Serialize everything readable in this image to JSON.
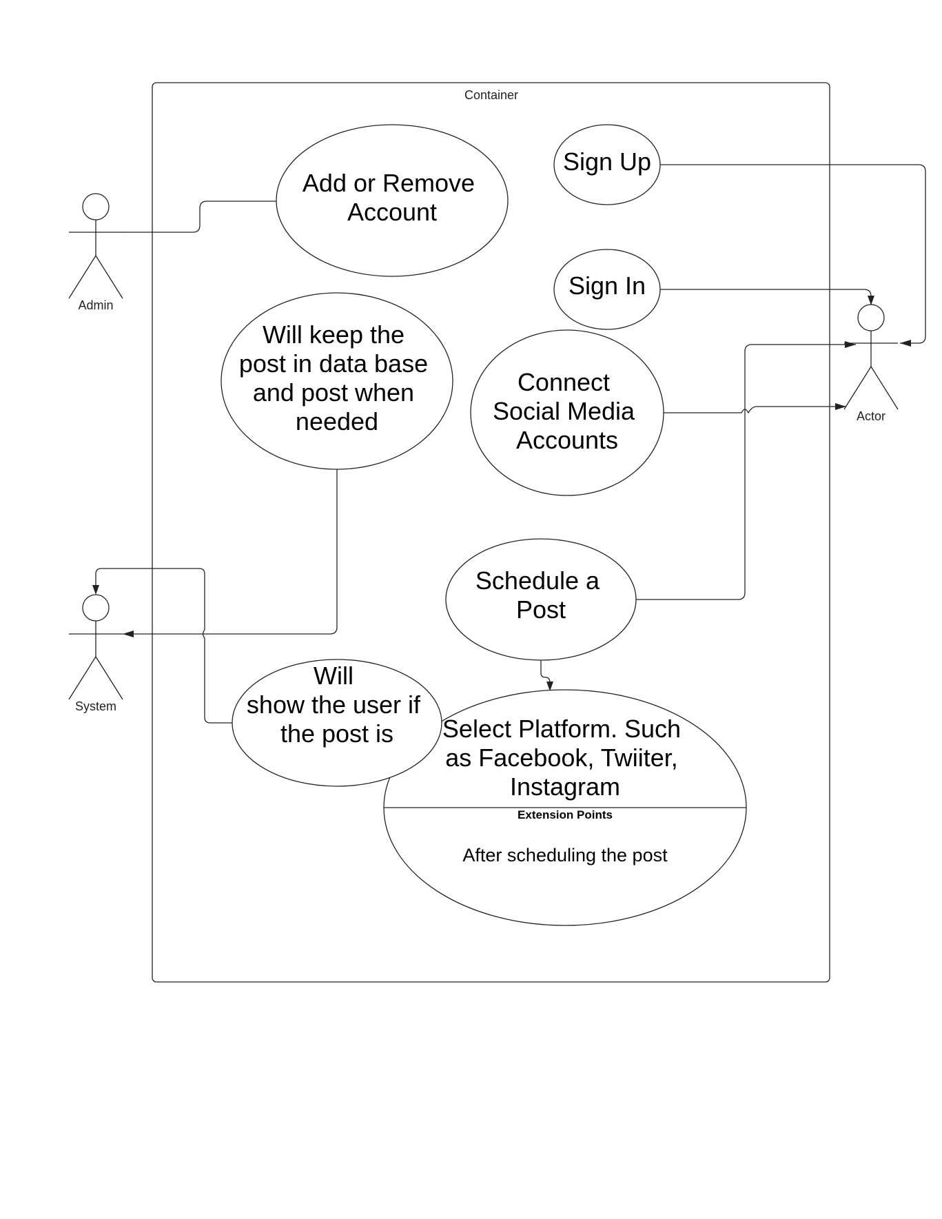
{
  "container": {
    "label": "Container"
  },
  "actors": {
    "admin": "Admin",
    "actor": "Actor",
    "system": "System"
  },
  "use_cases": {
    "add_remove": [
      "Add or Remove",
      "Account"
    ],
    "sign_up": [
      "Sign Up"
    ],
    "sign_in": [
      "Sign In"
    ],
    "keep_post": [
      "Will keep the",
      "post in data base",
      "and post when",
      "needed"
    ],
    "connect": [
      "Connect",
      "Social Media",
      "Accounts"
    ],
    "schedule": [
      "Schedule a",
      "Post"
    ],
    "show_user": [
      "Will",
      "show the user if",
      "the post is"
    ],
    "select_platform": [
      "Select Platform. Such",
      "as Facebook, Twiiter,",
      "Instagram"
    ]
  },
  "extension": {
    "header": "Extension Points",
    "point": "After scheduling the post"
  }
}
